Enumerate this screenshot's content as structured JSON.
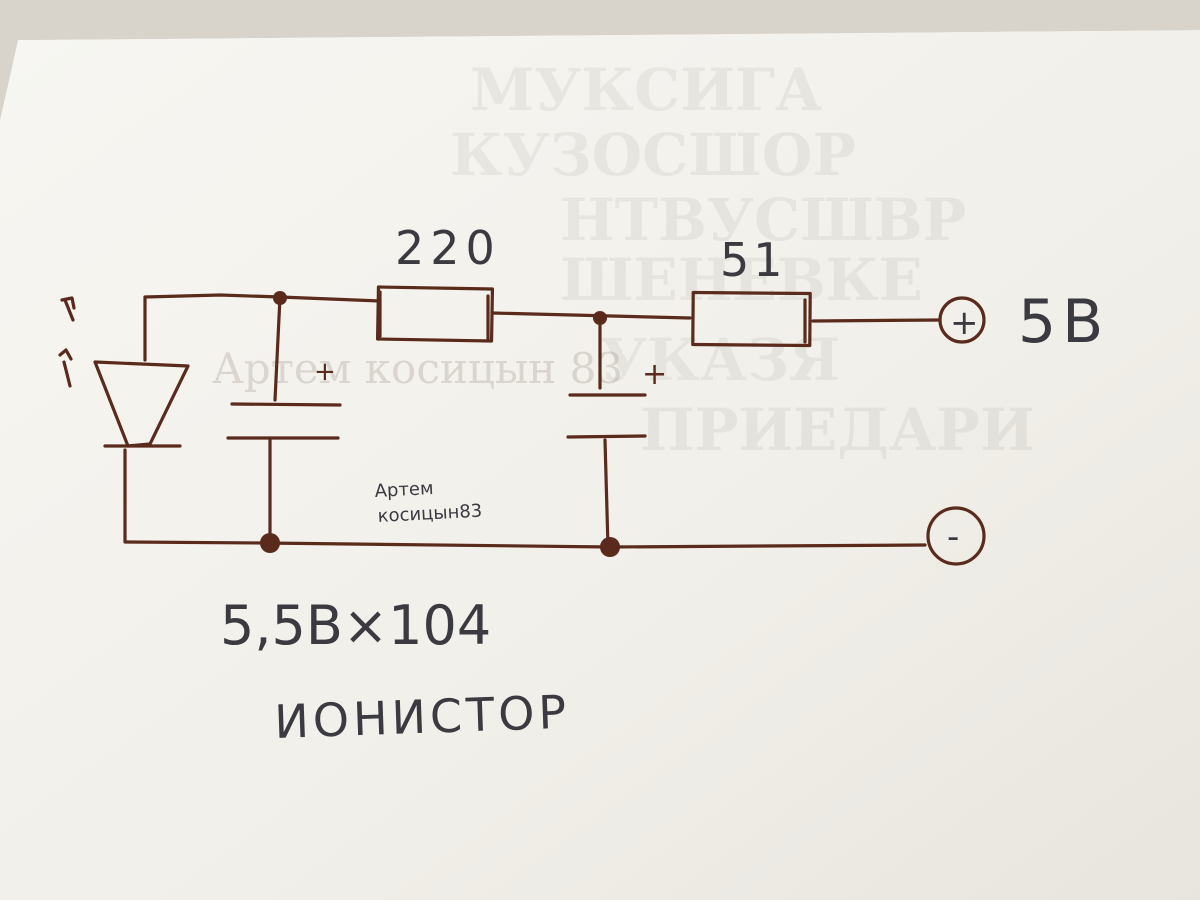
{
  "diagram": {
    "resistor_1": {
      "value": "220"
    },
    "resistor_2": {
      "value": "51"
    },
    "capacitor_1": {
      "polarity": "+"
    },
    "capacitor_2": {
      "polarity": "+"
    },
    "terminal_plus": {
      "symbol": "+",
      "label": "5B"
    },
    "terminal_minus": {
      "symbol": "-"
    },
    "rating_note": "5,5B×104",
    "component_name": "ИОНИСТОР",
    "signature": [
      "Артем",
      "косицын83"
    ],
    "watermark": "Артем косицын 83"
  },
  "colors": {
    "ink": "#5a2a1c",
    "pencil": "#3a3a40",
    "paper": "#f4f2ec"
  }
}
